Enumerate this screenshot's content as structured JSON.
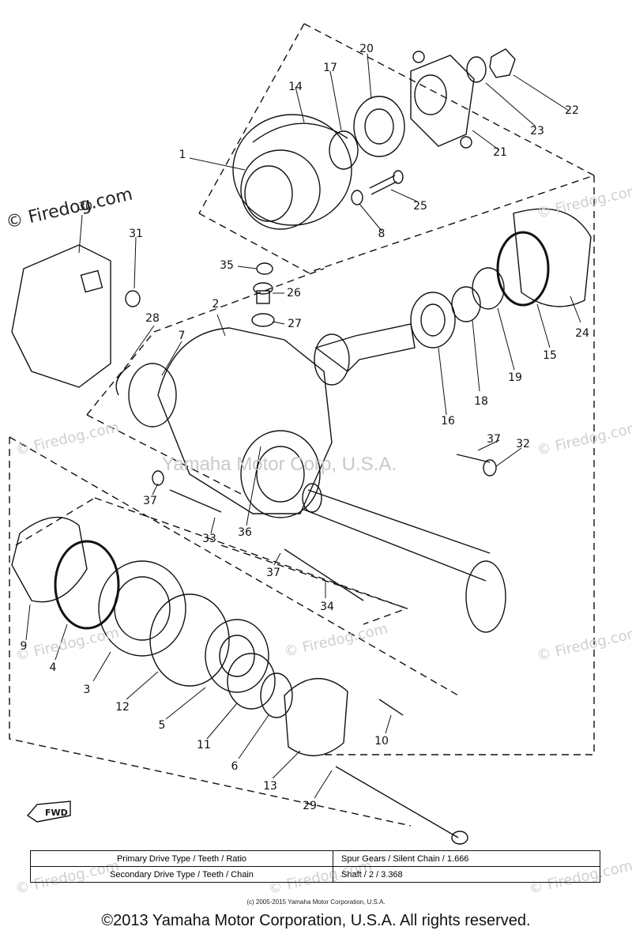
{
  "watermarks": {
    "main": "© Firedog.com",
    "repeat": "© Firedog.com",
    "center": "Yamaha Motor Corp, U.S.A."
  },
  "fwd_label": "FWD",
  "callouts": {
    "c1": "1",
    "c2": "2",
    "c3": "3",
    "c4": "4",
    "c5": "5",
    "c6": "6",
    "c7": "7",
    "c8": "8",
    "c9": "9",
    "c10": "10",
    "c11": "11",
    "c12": "12",
    "c13": "13",
    "c14": "14",
    "c15": "15",
    "c16": "16",
    "c17": "17",
    "c18": "18",
    "c19": "19",
    "c20": "20",
    "c21": "21",
    "c22": "22",
    "c23": "23",
    "c24": "24",
    "c25": "25",
    "c26": "26",
    "c27": "27",
    "c28": "28",
    "c29": "29",
    "c30": "30",
    "c31": "31",
    "c32": "32",
    "c33": "33",
    "c34": "34",
    "c35": "35",
    "c36": "36",
    "c37a": "37",
    "c37b": "37",
    "c37c": "37"
  },
  "specs": {
    "primary_label": "Primary Drive Type / Teeth / Ratio",
    "primary_value": "Spur Gears / Silent Chain / 1.666",
    "secondary_label": "Secondary Drive Type / Teeth / Chain",
    "secondary_value": "Shaft / 2 / 3.368"
  },
  "small_copyright": "(c) 2005-2015 Yamaha Motor Corporation, U.S.A.",
  "footer_copyright": "©2013 Yamaha Motor Corporation, U.S.A. All rights reserved."
}
